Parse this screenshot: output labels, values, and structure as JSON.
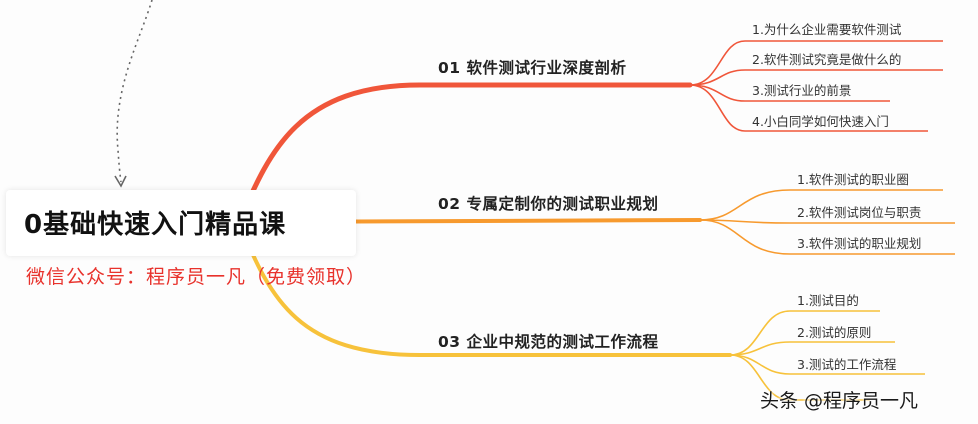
{
  "root": {
    "title": "0基础快速入门精品课",
    "subtitle": "微信公众号：程序员一凡（免费领取）"
  },
  "branches": [
    {
      "label": "01 软件测试行业深度剖析",
      "color": "#f0563a",
      "leaves": [
        "1.为什么企业需要软件测试",
        "2.软件测试究竟是做什么的",
        "3.测试行业的前景",
        "4.小白同学如何快速入门"
      ]
    },
    {
      "label": "02 专属定制你的测试职业规划",
      "color": "#f79a2e",
      "leaves": [
        "1.软件测试的职业圈",
        "2.软件测试岗位与职责",
        "3.软件测试的职业规划"
      ]
    },
    {
      "label": "03 企业中规范的测试工作流程",
      "color": "#f7c23b",
      "leaves": [
        "1.测试目的",
        "2.测试的原则",
        "3.测试的工作流程"
      ]
    }
  ],
  "watermark": "头条 @程序员一凡"
}
